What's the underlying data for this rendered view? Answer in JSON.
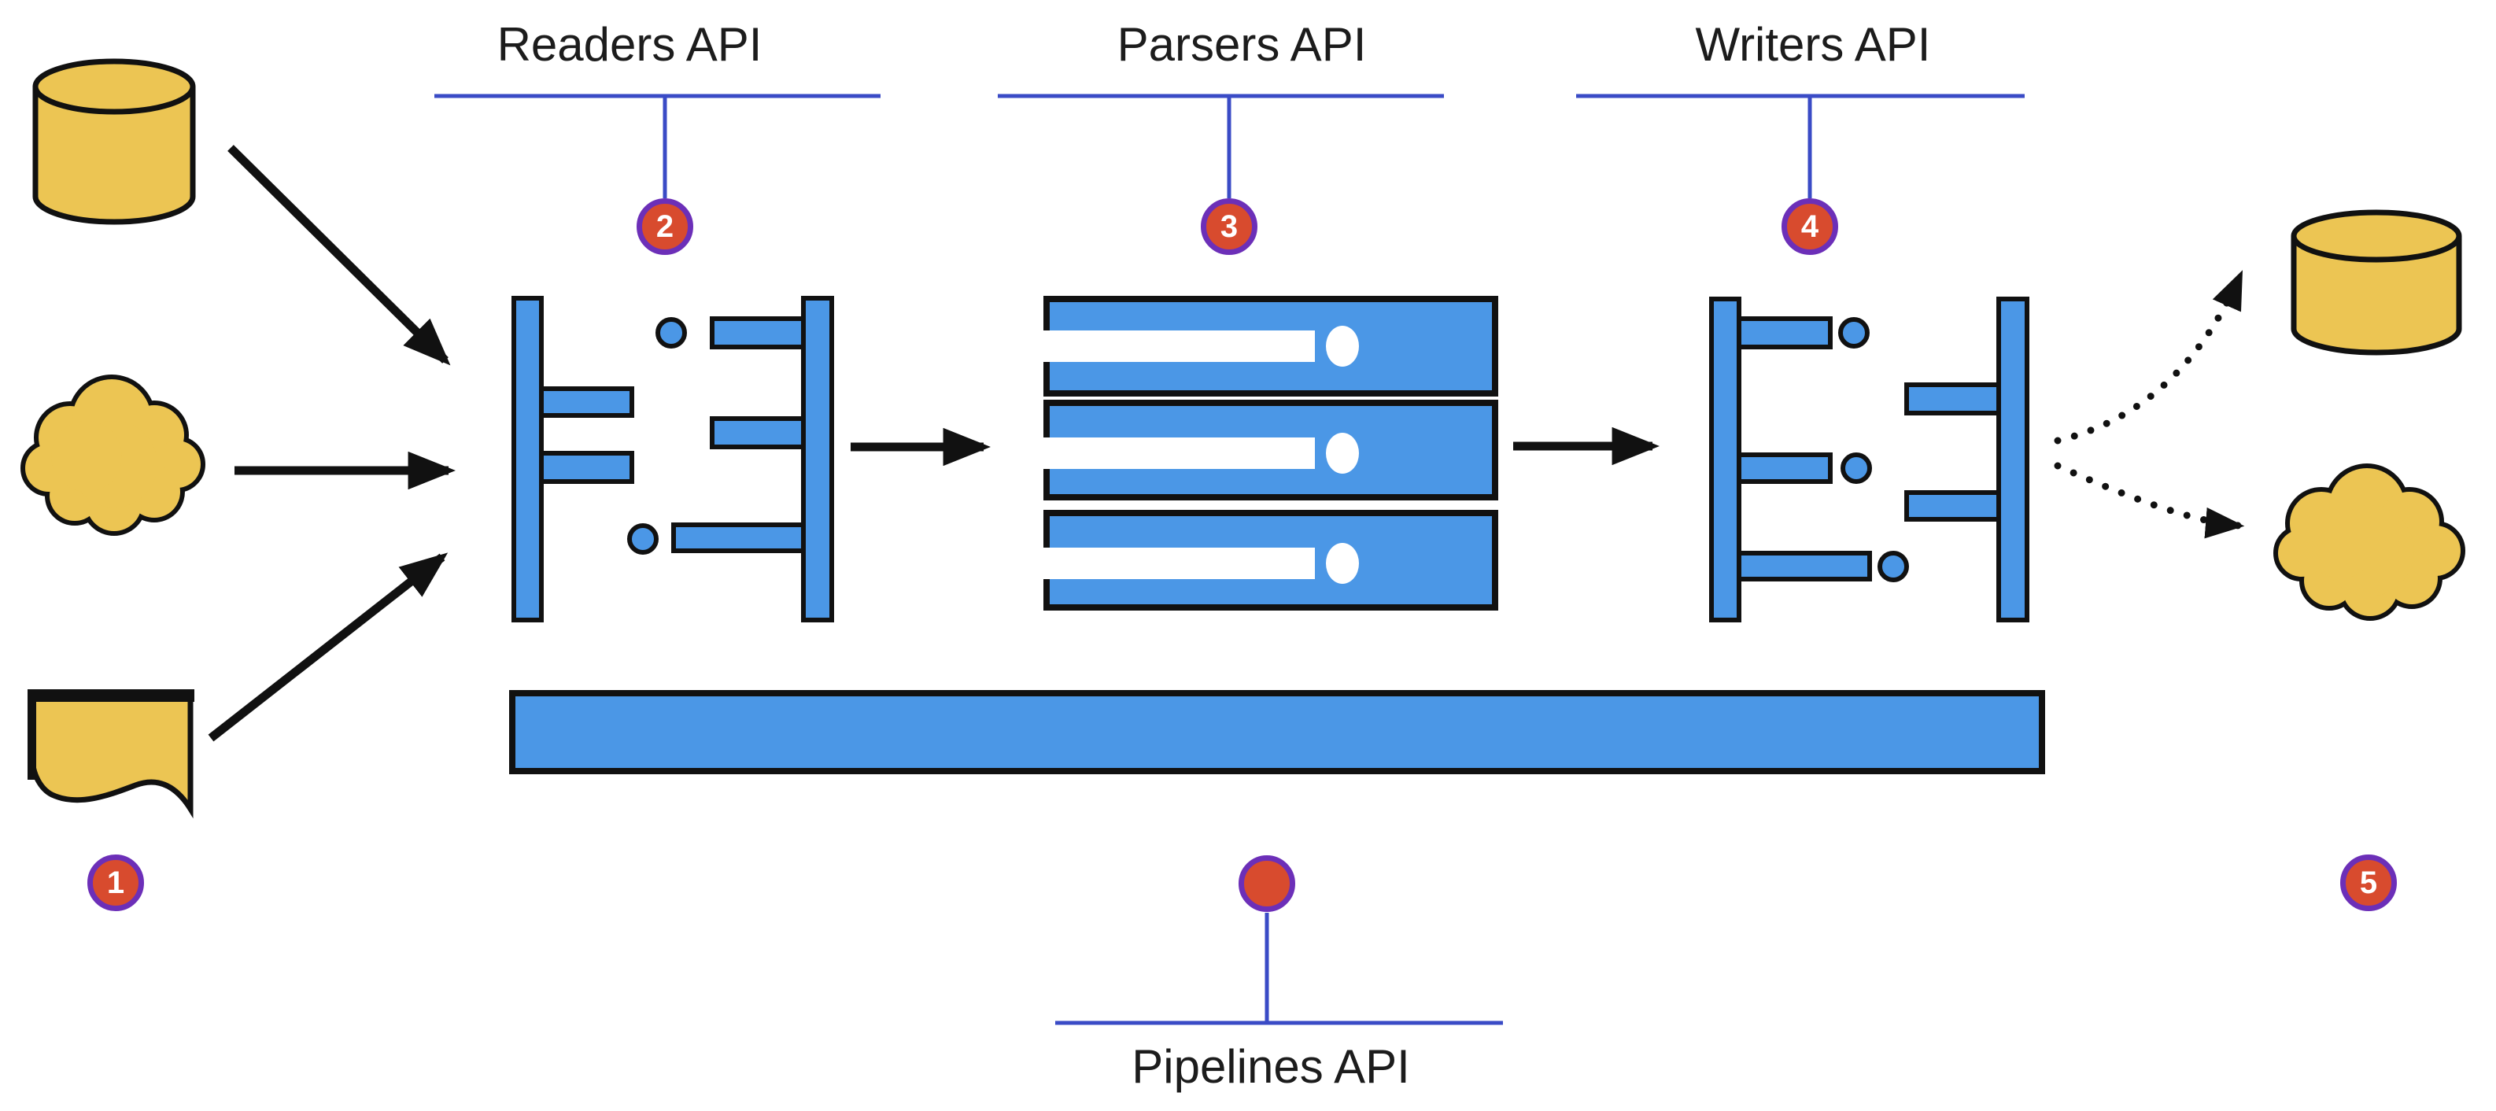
{
  "title": "Data pipeline architecture diagram",
  "labels": {
    "readers": "Readers API",
    "parsers": "Parsers API",
    "writers": "Writers API",
    "pipelines": "Pipelines API"
  },
  "badges": {
    "sources": "1",
    "readers": "2",
    "parsers": "3",
    "writers": "4",
    "destinations": "5",
    "pipelines": ""
  },
  "nodes": {
    "sources": [
      "database-cylinder",
      "cloud",
      "document"
    ],
    "stages": [
      "reader",
      "parser-servers",
      "writer"
    ],
    "destinations": [
      "database-cylinder",
      "cloud"
    ],
    "pipeline": "pipeline-bar"
  },
  "colors": {
    "shape_blue": "#4b97e6",
    "shape_yellow": "#ecc553",
    "badge_red": "#d84b2e",
    "badge_ring_purple": "#6c2fb8",
    "callout_blue": "#3a4bc6",
    "outline": "#111111",
    "background": "#ffffff"
  }
}
